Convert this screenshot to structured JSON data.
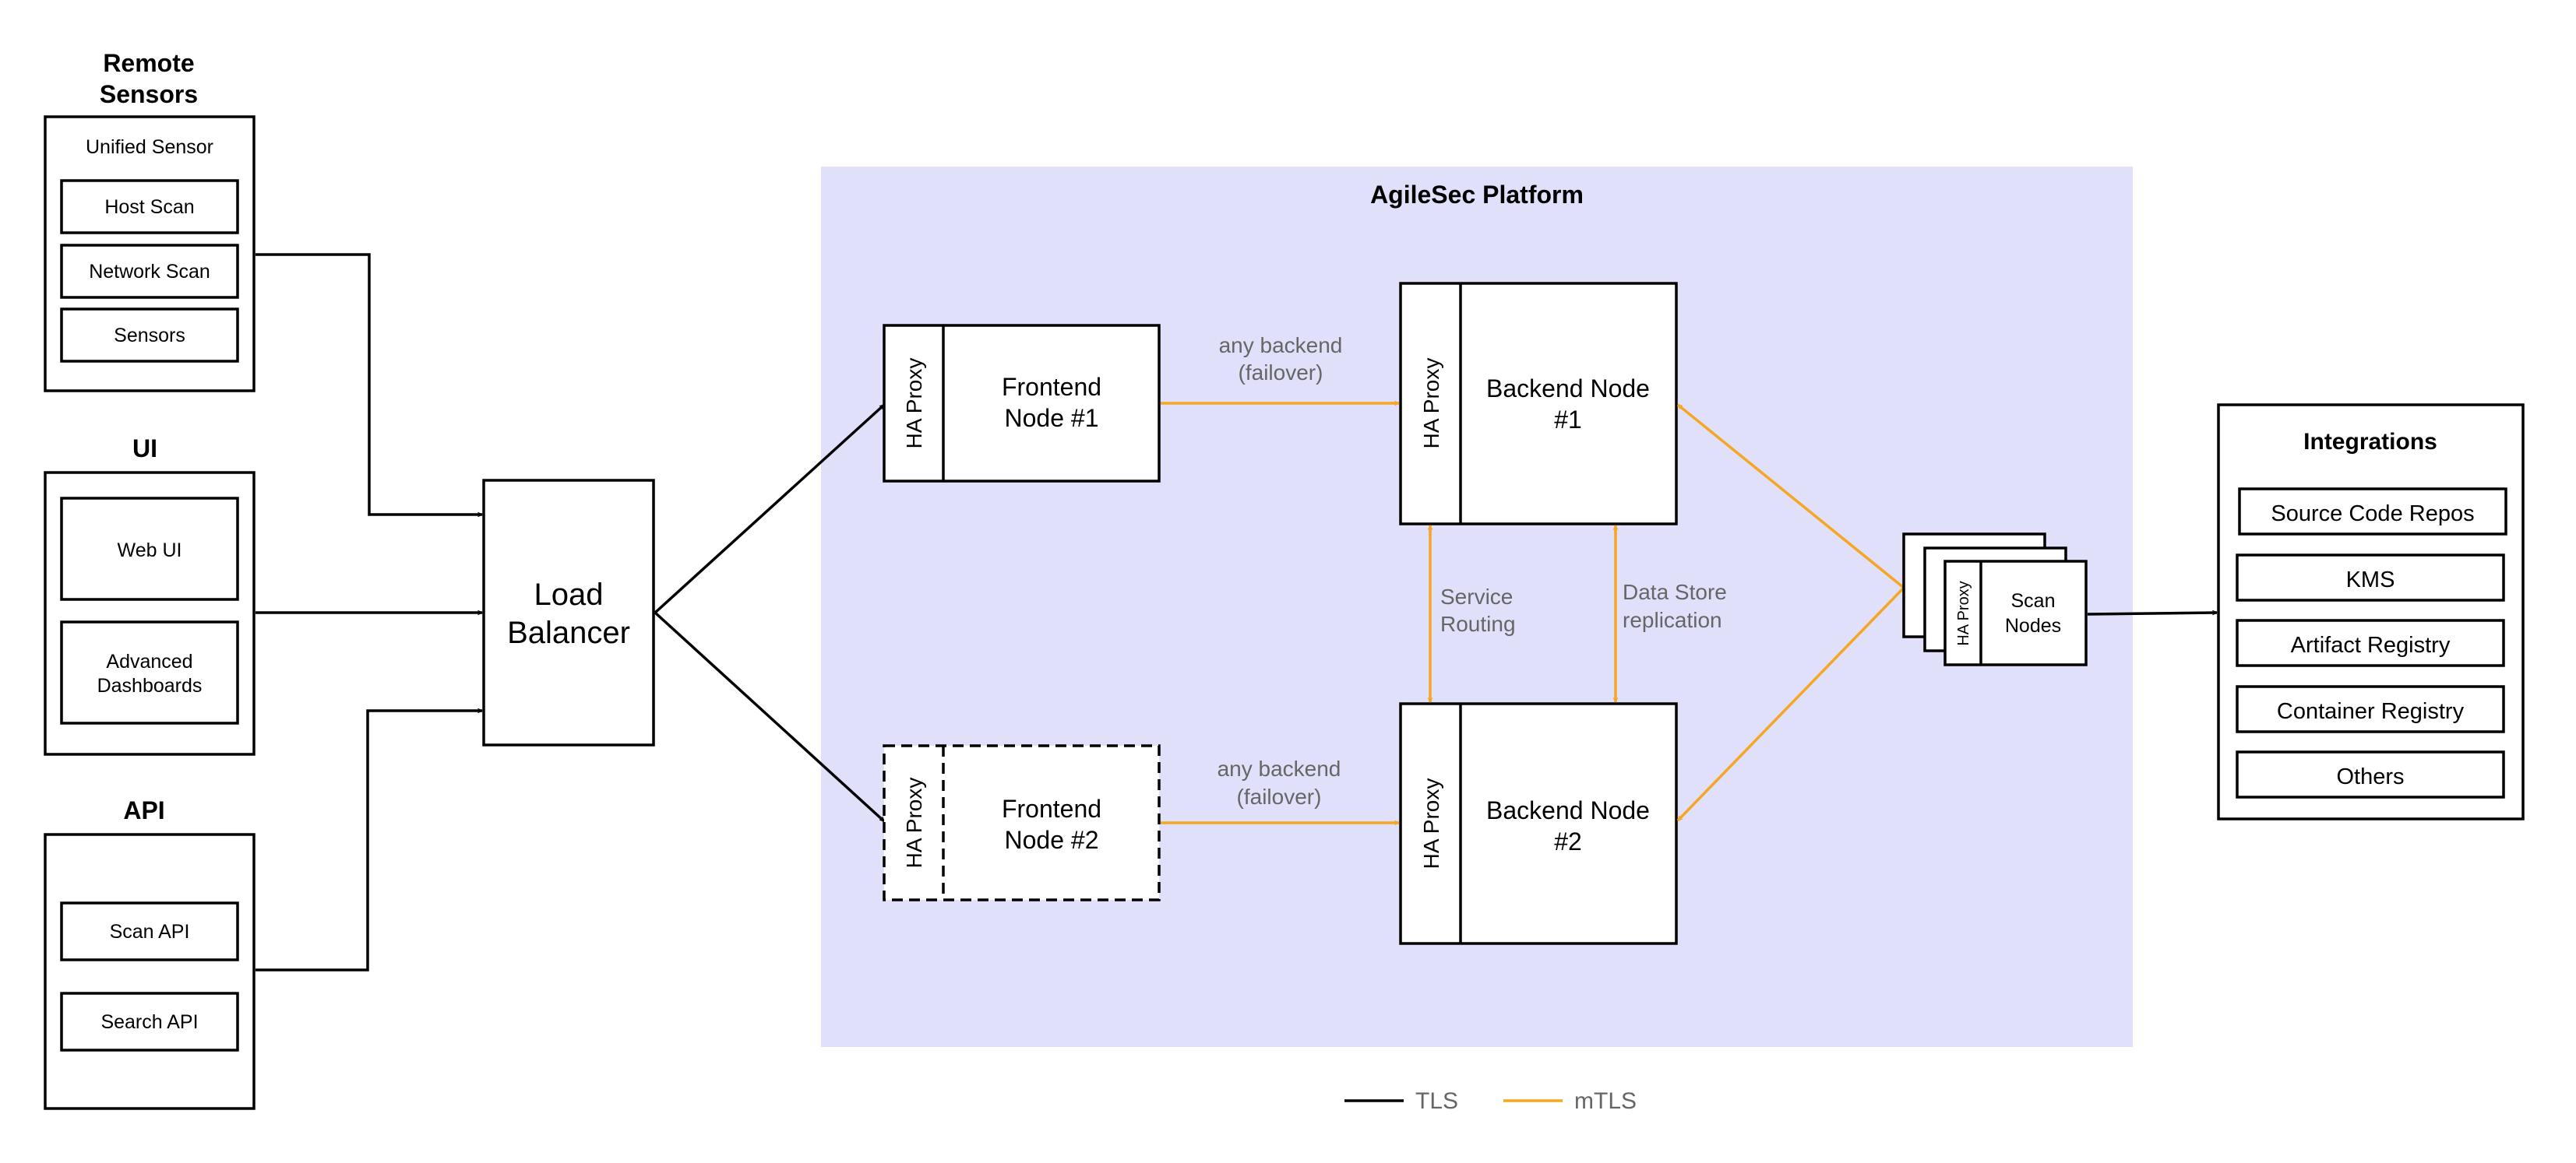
{
  "colors": {
    "platform_bg": "#E0E0FB",
    "tls": "#000000",
    "mtls": "#F5A623",
    "edge_label": "#666666"
  },
  "remote_sensors": {
    "title_line1": "Remote",
    "title_line2": "Sensors",
    "group_label": "Unified Sensor",
    "items": [
      "Host Scan",
      "Network Scan",
      "Sensors"
    ]
  },
  "ui": {
    "title": "UI",
    "web_ui": "Web UI",
    "advanced_dashboards_line1": "Advanced",
    "advanced_dashboards_line2": "Dashboards"
  },
  "api": {
    "title": "API",
    "items": [
      "Scan API",
      "Search API"
    ]
  },
  "load_balancer": {
    "line1": "Load",
    "line2": "Balancer"
  },
  "platform": {
    "title": "AgileSec Platform",
    "frontend1": {
      "proxy": "HA Proxy",
      "line1": "Frontend",
      "line2": "Node #1"
    },
    "frontend2": {
      "proxy": "HA Proxy",
      "line1": "Frontend",
      "line2": "Node #2"
    },
    "backend1": {
      "proxy": "HA Proxy",
      "line1": "Backend Node",
      "line2": "#1"
    },
    "backend2": {
      "proxy": "HA Proxy",
      "line1": "Backend Node",
      "line2": "#2"
    },
    "edge_top": {
      "line1": "any backend",
      "line2": "(failover)"
    },
    "edge_bottom": {
      "line1": "any backend",
      "line2": "(failover)"
    },
    "service_routing": {
      "line1": "Service",
      "line2": "Routing"
    },
    "data_store": {
      "line1": "Data Store",
      "line2": "replication"
    }
  },
  "scan_nodes": {
    "proxy": "HA Proxy",
    "line1": "Scan",
    "line2": "Nodes"
  },
  "integrations": {
    "title": "Integrations",
    "items": [
      "Source Code Repos",
      "KMS",
      "Artifact Registry",
      "Container Registry",
      "Others"
    ]
  },
  "legend": {
    "tls": "TLS",
    "mtls": "mTLS"
  }
}
